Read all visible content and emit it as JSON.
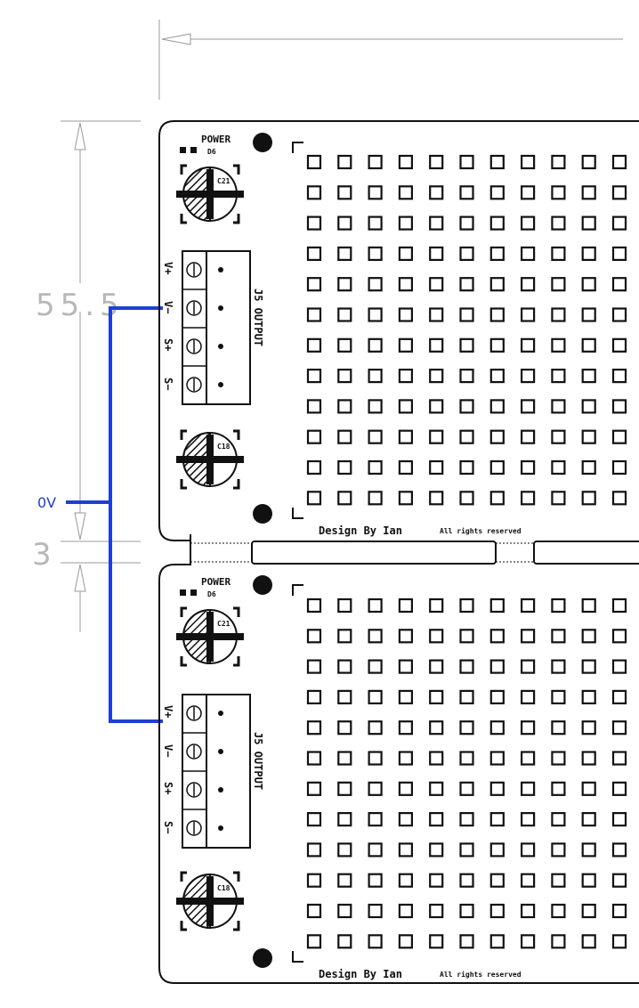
{
  "dimensions": {
    "board_height": "55.5",
    "gap": "3"
  },
  "wire": {
    "label": "0V",
    "color": "#1e3fd6"
  },
  "boards": [
    {
      "id": "top",
      "power_label": "POWER",
      "led_label": "D6",
      "cap_top_label": "C21",
      "cap_bottom_label": "C18",
      "connector_label": "J5 OUTPUT",
      "pins": [
        "V+",
        "V−",
        "S+",
        "S−"
      ],
      "designer": "Design By Ian",
      "rights": "All rights reserved"
    },
    {
      "id": "bottom",
      "power_label": "POWER",
      "led_label": "D6",
      "cap_top_label": "C21",
      "cap_bottom_label": "C18",
      "connector_label": "J5 OUTPUT",
      "pins": [
        "V+",
        "V−",
        "S+",
        "S−"
      ],
      "designer": "Design By Ian",
      "rights": "All rights reserved"
    }
  ],
  "colors": {
    "outline": "#111111",
    "dimension": "#b8b8b8",
    "wire": "#1e3fd6"
  }
}
